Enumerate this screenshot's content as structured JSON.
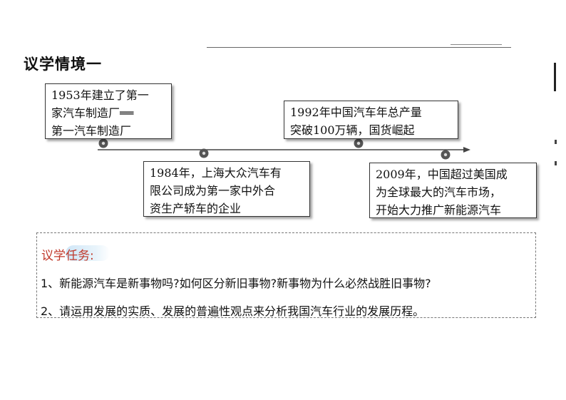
{
  "title": "议学情境一",
  "events": [
    {
      "year": 1953,
      "lines": [
        "1953年建立了第一",
        "家汽车制造厂══",
        "第一汽车制造厂"
      ]
    },
    {
      "year": 1984,
      "lines": [
        "1984年，上海大众汽车有",
        "限公司成为第一家中外合",
        "资生产轿车的企业"
      ]
    },
    {
      "year": 1992,
      "lines": [
        "1992年中国汽车年总产量",
        "突破100万辆，国货崛起"
      ]
    },
    {
      "year": 2009,
      "lines": [
        "2009年，中国超过美国成",
        "为全球最大的汽车市场，",
        "开始大力推广新能源汽车"
      ]
    }
  ],
  "tasks": {
    "label": "议学任务:",
    "items": [
      "1、新能源汽车是新事物吗?如何区分新旧事物?新事物为什么必然战胜旧事物?",
      "2、请运用发展的实质、发展的普遍性观点来分析我国汽车行业的发展历程。"
    ]
  },
  "colors": {
    "task_label": "#c0392b",
    "label_highlight": "#cfe6f7"
  }
}
